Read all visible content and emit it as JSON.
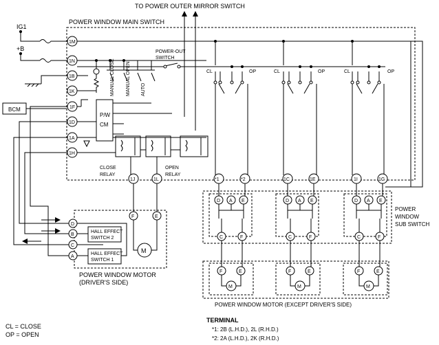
{
  "labels": {
    "top_arrow": "TO POWER OUTER MIRROR SWITCH",
    "ig1": "IG1",
    "plus_b": "+B",
    "main_switch": "POWER WINDOW MAIN SWITCH",
    "power_out_1": "POWER-OUT",
    "power_out_2": "SWITCH",
    "bcm": "BCM",
    "pw": "P/W",
    "cm": "CM",
    "manual_close": "MANUAL CLOSE",
    "manual_open": "MANUAL OPEN",
    "auto": "AUTO",
    "close_relay_1": "CLOSE",
    "close_relay_2": "RELAY",
    "open_relay_1": "OPEN",
    "open_relay_2": "RELAY",
    "hall2_1": "HALL EFFECT",
    "hall2_2": "SWITCH 2",
    "hall1_1": "HALL EFFECT",
    "hall1_2": "SWITCH 1",
    "motor_m": "M",
    "motor_small": "M",
    "driver_motor_1": "POWER WINDOW MOTOR",
    "driver_motor_2": "(DRIVER'S SIDE)",
    "sub_switch_1": "POWER",
    "sub_switch_2": "WINDOW",
    "sub_switch_3": "SUB SWITCH",
    "other_motor": "POWER WINDOW MOTOR (EXCEPT DRIVER'S SIDE)",
    "cl_legend": "CL = CLOSE",
    "op_legend": "OP = OPEN",
    "terminal_title": "TERMINAL",
    "terminal_1": "*1: 2B (L.H.D.), 2L (R.H.D.)",
    "terminal_2": "*2: 2A (L.H.D.), 2K (R.H.D.)",
    "cl": "CL",
    "op": "OP"
  },
  "left_terminals": [
    "1M",
    "1N",
    "1B",
    "1K",
    "1F",
    "1D",
    "1A",
    "1H"
  ],
  "bottom_terminals": [
    "1J",
    "1L"
  ],
  "output_terminals": [
    "*1",
    "*2",
    "1C",
    "1E",
    "1I",
    "1G"
  ],
  "switch_terminals": [
    "D",
    "A",
    "E",
    "C",
    "F"
  ],
  "motor_terminals": [
    "F",
    "E"
  ],
  "driver_motor_terminals": [
    "D",
    "B",
    "C",
    "A"
  ],
  "driver_drive_terminals": [
    "F",
    "E"
  ]
}
